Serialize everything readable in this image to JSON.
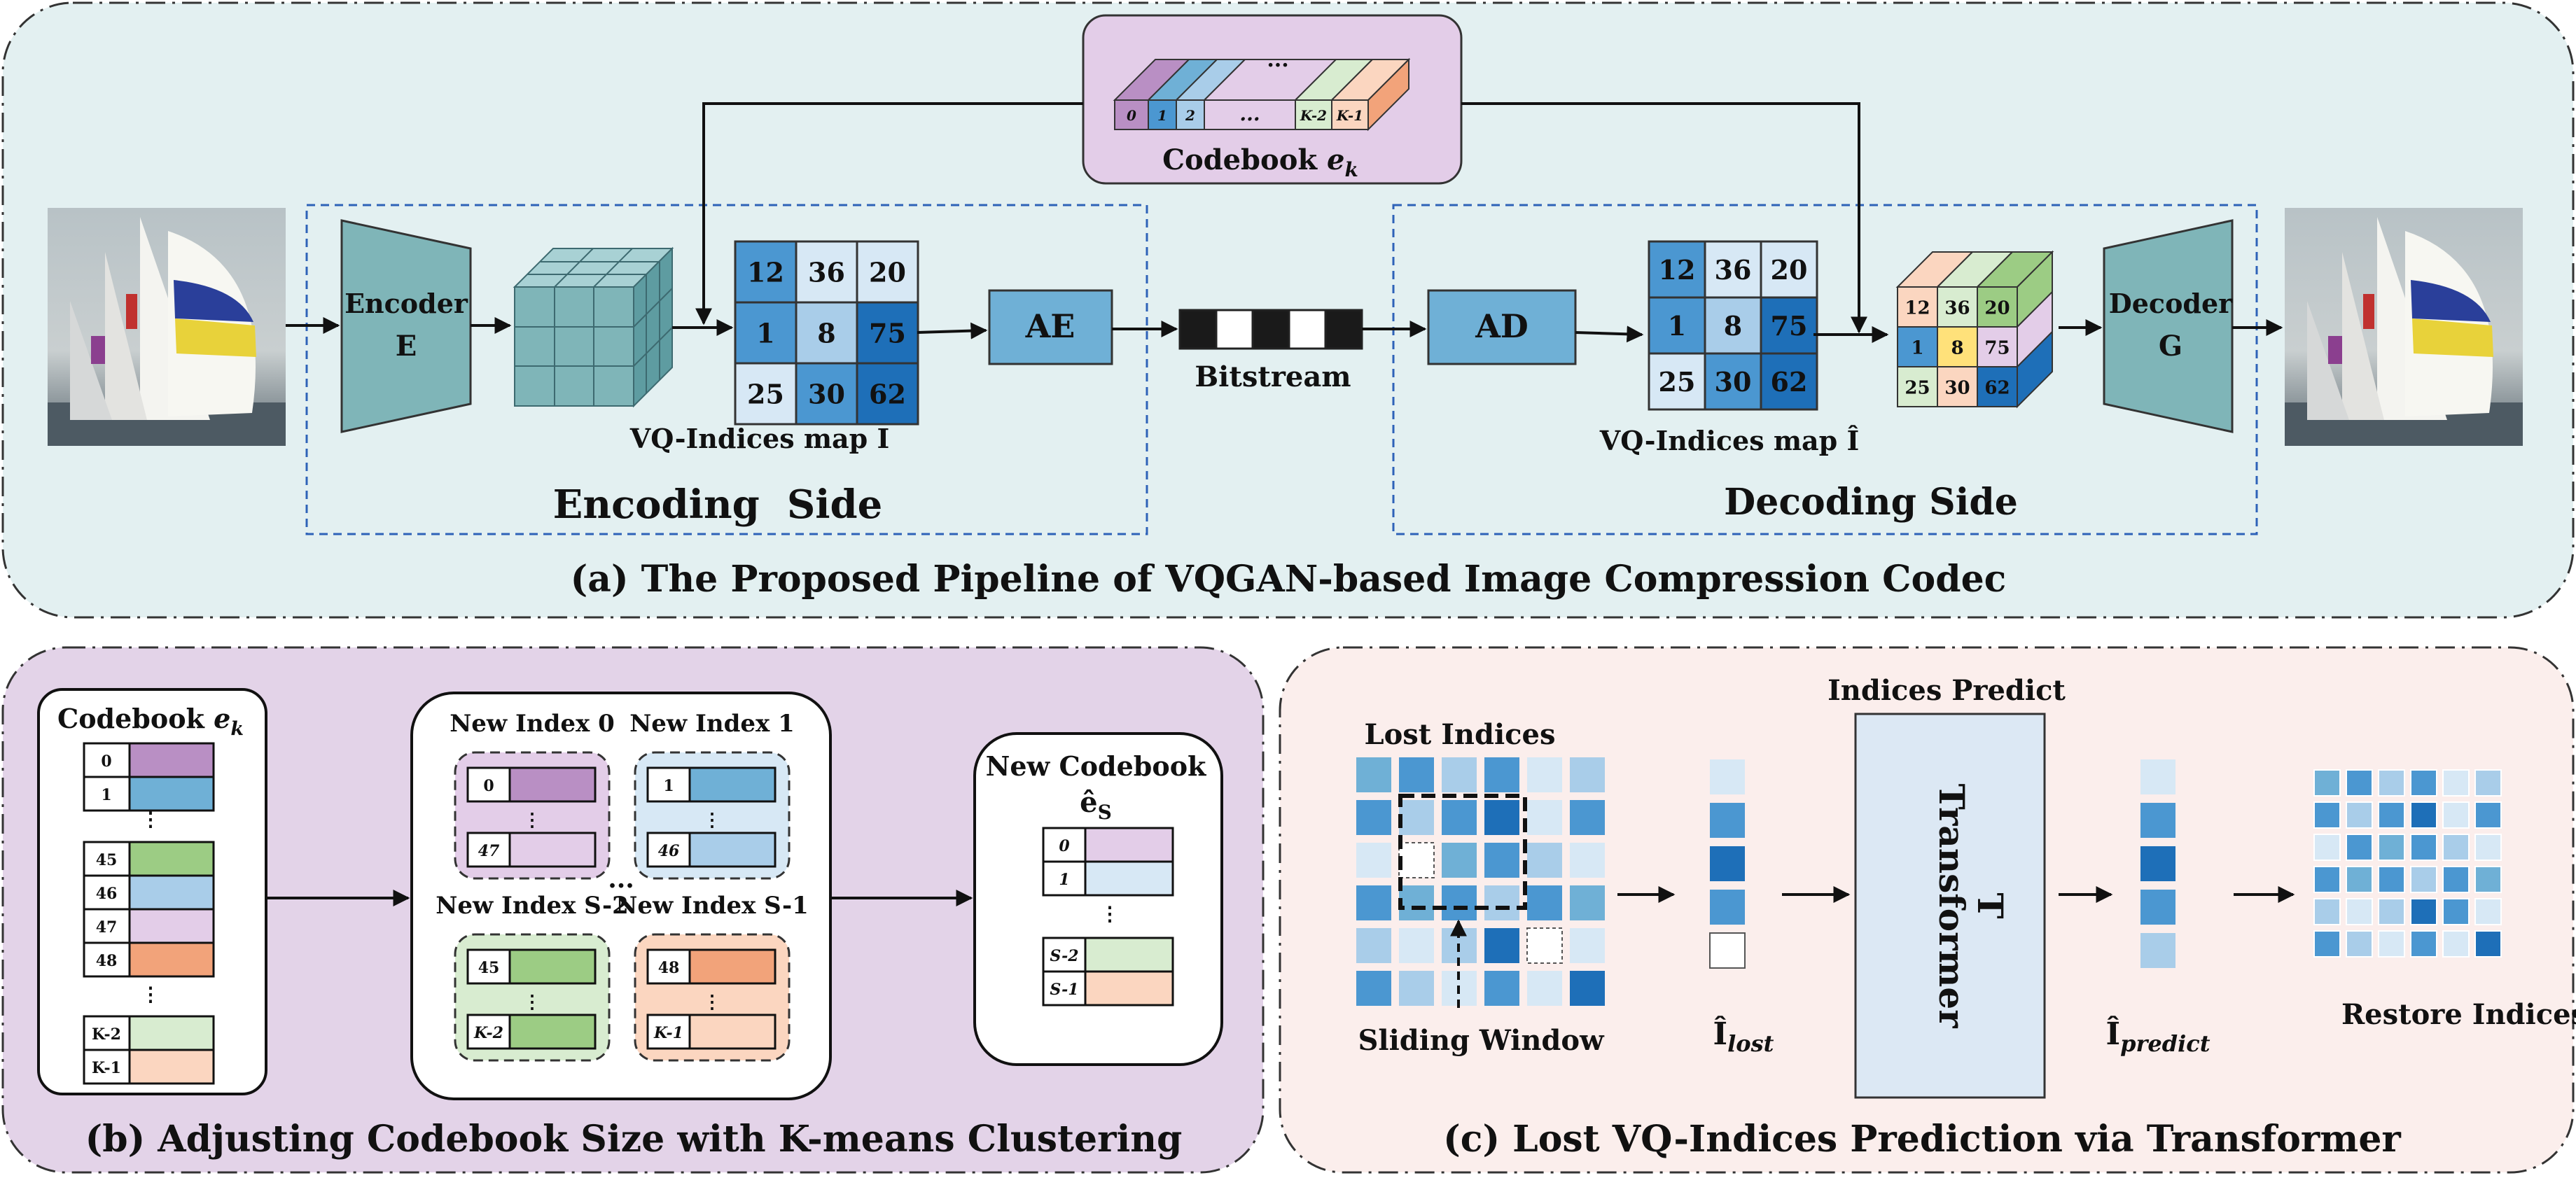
{
  "colors": {
    "panel_a_bg": "#e3f0f1",
    "panel_b_bg": "#e3d3e8",
    "panel_c_bg": "#fbeeec",
    "teal": "#7fb5b8",
    "blue_box": "#6fb0d6",
    "dark_blue": "#1e6fb8",
    "mid_blue": "#4b97d1",
    "light_blue": "#a9cde9",
    "pale_blue": "#d7e8f5",
    "purple": "#b98fc4",
    "light_purple": "#e3cde8",
    "green": "#9ccc84",
    "light_green": "#d8ecd0",
    "orange": "#f2a37a",
    "light_orange": "#fbd6c0",
    "yellow": "#ffe17a",
    "transformer_fill": "#dce8f4"
  },
  "panel_a": {
    "caption": "(a) The Proposed Pipeline of VQGAN-based Image Compression Codec",
    "encoder": {
      "line1": "Encoder",
      "line2": "E"
    },
    "decoder": {
      "line1": "Decoder",
      "line2": "G"
    },
    "codebook_label": "Codebook",
    "codebook_symbol": "e",
    "codebook_subscript": "k",
    "codebook_front": [
      "0",
      "1",
      "2",
      "...",
      "K-2",
      "K-1"
    ],
    "codebook_top_dots": "...",
    "indices_grid": [
      "12",
      "36",
      "20",
      "1",
      "8",
      "75",
      "25",
      "30",
      "62"
    ],
    "encoded_map_label": "VQ-Indices map I",
    "decoded_map_label": "VQ-Indices map Î",
    "ae_label": "AE",
    "ad_label": "AD",
    "bitstream_label": "Bitstream",
    "encoding_side_label": "Encoding  Side",
    "decoding_side_label": "Decoding Side",
    "cube_front": [
      "12",
      "36",
      "20",
      "1",
      "8",
      "75",
      "25",
      "30",
      "62"
    ]
  },
  "panel_b": {
    "caption": "(b) Adjusting Codebook Size with K-means Clustering",
    "codebook_title": "Codebook",
    "codebook_symbol": "e",
    "codebook_subscript": "k",
    "codebook_rows": [
      "0",
      "1",
      "⋮",
      "45",
      "46",
      "47",
      "48",
      "⋮",
      "K-2",
      "K-1"
    ],
    "groups": [
      {
        "title": "New Index 0",
        "top": "0",
        "bottom": "47"
      },
      {
        "title": "New Index 1",
        "top": "1",
        "bottom": "46"
      },
      {
        "title": "New Index S-2",
        "top": "45",
        "bottom": "K-2"
      },
      {
        "title": "New Index S-1",
        "top": "48",
        "bottom": "K-1"
      }
    ],
    "group_dots": "⋮",
    "middle_dots": "...",
    "new_codebook_title": "New Codebook",
    "new_codebook_symbol": "ê",
    "new_codebook_subscript": "S",
    "new_codebook_rows": [
      "0",
      "1",
      "⋮",
      "S-2",
      "S-1"
    ]
  },
  "panel_c": {
    "caption": "(c) Lost VQ-Indices Prediction via Transformer",
    "lost_indices_label": "Lost Indices",
    "sliding_window_label": "Sliding Window",
    "indices_predict_label": "Indices Predict",
    "transformer_line1": "Transformer",
    "transformer_line2": "T",
    "i_lost_symbol": "Î",
    "i_lost_subscript": "lost",
    "i_predict_symbol": "Î",
    "i_predict_subscript": "predict",
    "restore_label": "Restore Indices"
  }
}
